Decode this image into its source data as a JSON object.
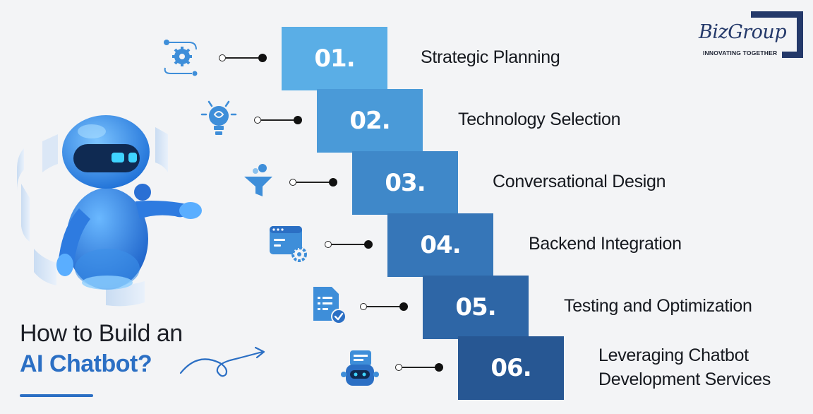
{
  "logo": {
    "name": "BizGroup",
    "tagline": "INNOVATING TOGETHER"
  },
  "headline": {
    "line1": "How to Build an",
    "line2": "AI Chatbot?"
  },
  "steps": [
    {
      "number": "01.",
      "label": "Strategic Planning",
      "icon": "workflow-gear-icon"
    },
    {
      "number": "02.",
      "label": "Technology Selection",
      "icon": "lightbulb-circuit-icon"
    },
    {
      "number": "03.",
      "label": "Conversational Design",
      "icon": "funnel-users-icon"
    },
    {
      "number": "04.",
      "label": "Backend Integration",
      "icon": "browser-gear-icon"
    },
    {
      "number": "05.",
      "label": "Testing and Optimization",
      "icon": "document-check-icon"
    },
    {
      "number": "06.",
      "label": "Leveraging Chatbot",
      "label2": "Development Services",
      "icon": "chatbot-message-icon"
    }
  ],
  "colors": {
    "step1": "#5aaee6",
    "step2": "#4a9ad8",
    "step3": "#3f88c9",
    "step4": "#3676b8",
    "step5": "#2e66a6",
    "step6": "#275793",
    "accent": "#2b6fc4",
    "navy": "#24396a",
    "background": "#f3f4f6"
  }
}
